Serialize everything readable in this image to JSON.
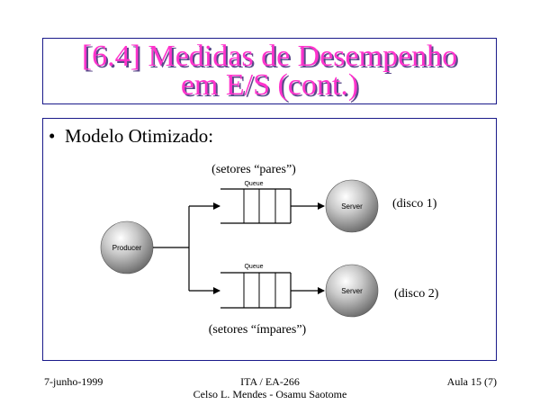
{
  "title": {
    "line1": "[6.4]  Medidas de Desempenho",
    "line2": "em E/S  (cont.)"
  },
  "content": {
    "bullet": "•",
    "heading": "Modelo Otimizado:",
    "diagram": {
      "label_top": "(setores “pares”)",
      "label_bottom": "(setores “ímpares”)",
      "producer": "Producer",
      "queue_top": "Queue",
      "queue_bottom": "Queue",
      "server_top": "Server",
      "server_bottom": "Server",
      "disk1": "(disco 1)",
      "disk2": "(disco 2)"
    }
  },
  "footer": {
    "date": "7-junho-1999",
    "course": "ITA / EA-266",
    "authors": "Celso L. Mendes - Osamu Saotome",
    "lesson": "Aula 15 (7)"
  },
  "colors": {
    "title": "#ff33cc",
    "title_shadow": "#5a4a8a",
    "border": "#1a1a8a"
  }
}
